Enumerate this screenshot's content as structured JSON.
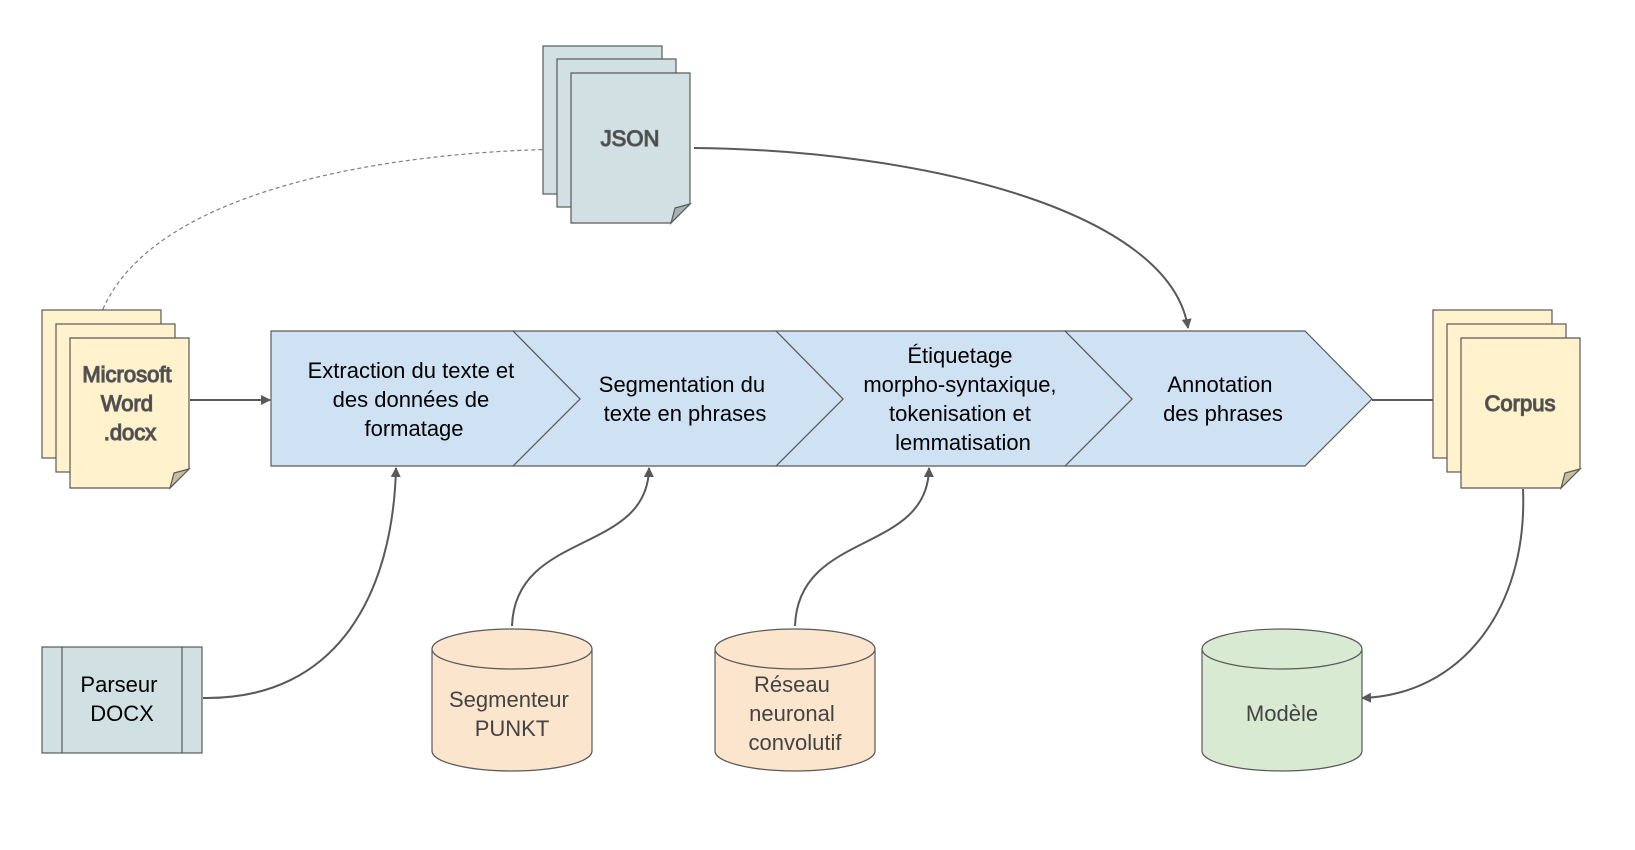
{
  "diagram": {
    "nodes": {
      "json_docs": {
        "label": "JSON"
      },
      "word_docs": {
        "label_lines": [
          "Microsoft",
          "Word",
          ".docx"
        ]
      },
      "corpus_docs": {
        "label": "Corpus"
      },
      "pipeline": [
        {
          "label_lines": [
            "Extraction du texte et",
            "des données de",
            "formatage"
          ]
        },
        {
          "label_lines": [
            "Segmentation du",
            "texte en phrases"
          ]
        },
        {
          "label_lines": [
            "Étiquetage",
            "morpho-syntaxique,",
            "tokenisation et",
            "lemmatisation"
          ]
        },
        {
          "label_lines": [
            "Annotation",
            "des phrases"
          ]
        }
      ],
      "parser": {
        "label_lines": [
          "Parseur",
          "DOCX"
        ]
      },
      "punkt": {
        "label_lines": [
          "Segmenteur",
          "PUNKT"
        ]
      },
      "cnn": {
        "label_lines": [
          "Réseau",
          "neuronal",
          "convolutif"
        ]
      },
      "model": {
        "label": "Modèle"
      }
    },
    "colors": {
      "doc_yellow": "#fff2cc",
      "doc_blue": "#d0e0e3",
      "pipeline_blue": "#cfe2f3",
      "cylinder_orange": "#fce5cd",
      "cylinder_green": "#d9ead3",
      "process_blue": "#d0e0e3",
      "stroke": "#595959"
    }
  }
}
